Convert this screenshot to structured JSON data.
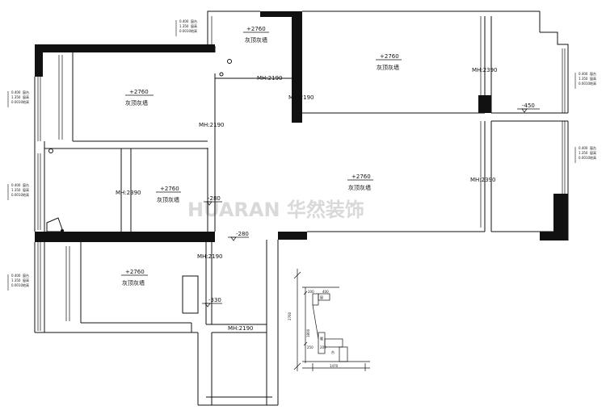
{
  "watermark": "HUARAN 华然装饰",
  "rooms": [
    {
      "id": "top-small",
      "elevation": "+2760",
      "ceiling": "灰顶灰墙"
    },
    {
      "id": "top-right-big",
      "elevation": "+2760",
      "ceiling": "灰顶灰墙"
    },
    {
      "id": "left-bedroom",
      "elevation": "+2760",
      "ceiling": "灰顶灰墙"
    },
    {
      "id": "mid-room",
      "elevation": "+2760",
      "ceiling": "灰顶灰墙"
    },
    {
      "id": "living",
      "elevation": "+2760",
      "ceiling": "灰顶灰墙"
    },
    {
      "id": "bottom-bedroom",
      "elevation": "+2760",
      "ceiling": "灰顶灰墙"
    }
  ],
  "mh_labels": {
    "top_corridor": "MH:2190",
    "mid_upper": "MH:2190",
    "left_door": "MH:2190",
    "right_room": "MH:2390",
    "mid_room": "MH:2390",
    "right_lower": "MH:2390",
    "bottom_corridor": "MH:2190",
    "bottom_small": "MH:2190"
  },
  "level_marks": {
    "balcony": "-450",
    "mid_step": "-280",
    "corridor_step": "-280",
    "bottom_step": "-330"
  },
  "window_legend": {
    "line1": "0.400",
    "line2": "1.350",
    "line3": "0.0010",
    "tag1": "窗台",
    "tag2": "窗高",
    "tag3": "地高"
  },
  "detail": {
    "dim_top_a": "200",
    "dim_top_b": "400",
    "dim_vert_total": "2760",
    "dim_vert_mid": "1800",
    "dim_bot_a": "250",
    "dim_bot_b": "200",
    "dim_width": "1470",
    "label_top": "窗",
    "label_mid": "暖",
    "label_bot": "台"
  }
}
